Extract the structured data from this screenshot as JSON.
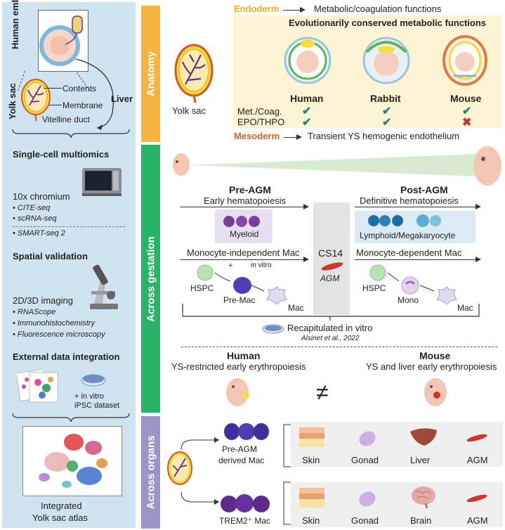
{
  "sidebar": {
    "human_embryo": "Human embryo",
    "yolk_sac": "Yolk sac",
    "liver": "Liver",
    "contents": "Contents",
    "membrane": "Membrane",
    "vitelline_duct": "Vitelline duct",
    "sc_title": "Single-cell multiomics",
    "chromium": "10x chromium",
    "cite": "• CITE-seq",
    "scrna": "• scRNA-seq",
    "smart": "• SMART-seq 2",
    "spatial_title": "Spatial validation",
    "imaging": "2D/3D imaging",
    "rnascope": "• RNAScope",
    "ihc": "• Immunohistochemistry",
    "fluor": "• Fluorescence microscopy",
    "ext_title": "External data integration",
    "invitro": "+ in vitro",
    "ipsc": "iPSC dataset",
    "atlas1": "Integrated",
    "atlas2": "Yolk sac atlas"
  },
  "bands": {
    "anatomy": "Anatomy",
    "gestation": "Across gestation",
    "organs": "Across organs"
  },
  "anatomy": {
    "yolk_sac_label": "Yolk sac",
    "endoderm": "Endoderm",
    "endoderm_desc": "Metabolic/coagulation functions",
    "conserved": "Evolutionarily conserved metabolic functions",
    "species": [
      "Human",
      "Rabbit",
      "Mouse"
    ],
    "row1": "Met./Coag.",
    "row2": "EPO/THPO",
    "mesoderm": "Mesoderm",
    "mesoderm_desc": "Transient YS hemogenic endothelium"
  },
  "gestation": {
    "pre_agm": "Pre-AGM",
    "early_hema": "Early hematopoiesis",
    "post_agm": "Post-AGM",
    "definitive": "Definitive hematopoiesis",
    "myeloid": "Myeloid",
    "lymphoid": "Lymphoid/Megakaryocyte",
    "mono_indep": "Monocyte-independent Mac",
    "cs14": "CS14",
    "mono_dep": "Monocyte-dependent Mac",
    "plus": "+",
    "in_vitro": "in vitro",
    "agm": "AGM",
    "hspc": "HSPC",
    "premac": "Pre-Mac",
    "mac": "Mac",
    "mono": "Mono",
    "recap": "Recapitulated in vitro",
    "citation": "Alsinet et al., 2022",
    "human": "Human",
    "human_desc": "YS-restricted early erythropoiesis",
    "mouse": "Mouse",
    "mouse_desc": "YS and liver early erythropoiesis",
    "neq": "≠"
  },
  "organs": {
    "pre_agm_mac1": "Pre-AGM",
    "pre_agm_mac2": "derived Mac",
    "trem2": "TREM2⁺ Mac",
    "row1": [
      "Skin",
      "Gonad",
      "Liver",
      "AGM"
    ],
    "row2": [
      "Skin",
      "Gonad",
      "Brain",
      "AGM"
    ]
  },
  "colors": {
    "anatomy_band": "#f4b43f",
    "gestation_band": "#27b466",
    "organs_band": "#9b95c9",
    "sidebar_bg": "#cfe3f1",
    "endoderm": "#e6b21d",
    "mesoderm": "#d9622b",
    "check": "#1e8a7a",
    "cross": "#c0392b",
    "cream_box": "#fdf4d3"
  }
}
